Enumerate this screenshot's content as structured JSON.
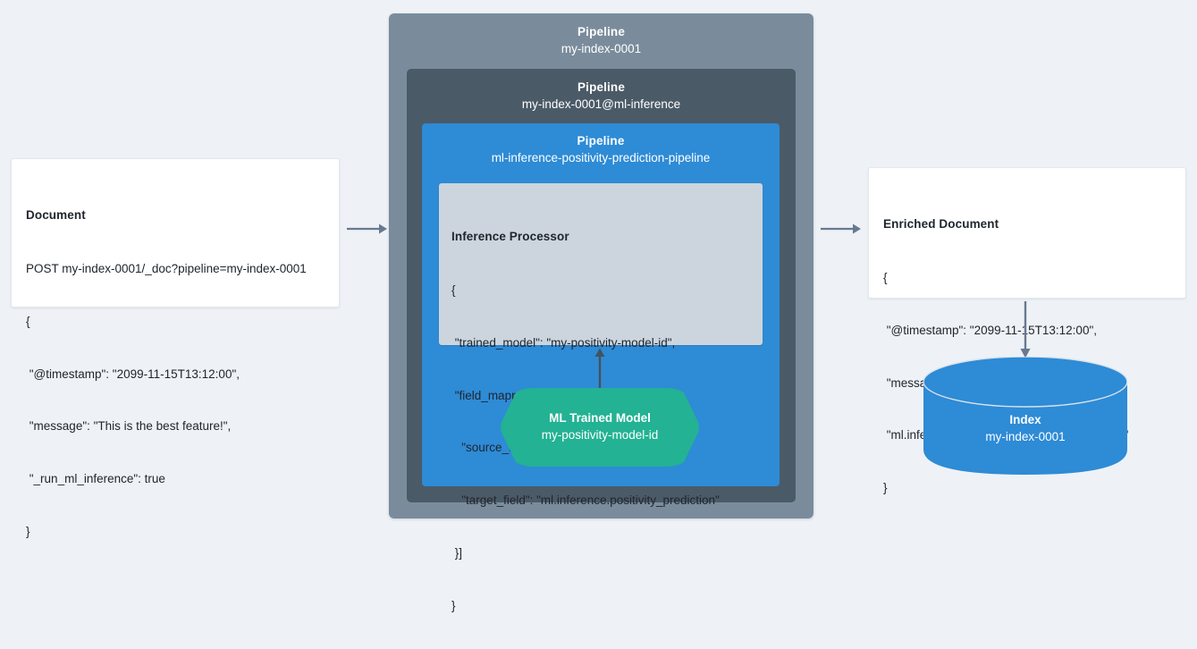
{
  "diagram": {
    "title": "Elasticsearch ML inference ingest pipeline flow",
    "colors": {
      "background": "#eef2f6",
      "outer_pipeline": "#7a8c9c",
      "mid_pipeline": "#4b5a67",
      "inner_pipeline": "#2e8bd6",
      "processor_panel": "#ccd5dd",
      "ml_model": "#23b293",
      "index_cylinder": "#2e8bd6",
      "arrow": "#68798f",
      "arrow_dark": "#45525e",
      "card_background": "#ffffff",
      "text_dark": "#20262e",
      "text_light": "#ffffff"
    }
  },
  "input_document": {
    "title": "Document",
    "lines": [
      "POST my-index-0001/_doc?pipeline=my-index-0001",
      "{",
      " \"@timestamp\": \"2099-11-15T13:12:00\",",
      " \"message\": \"This is the best feature!\",",
      " \"_run_ml_inference\": true",
      "}"
    ]
  },
  "pipeline_outer": {
    "label": "Pipeline",
    "name": "my-index-0001"
  },
  "pipeline_mid": {
    "label": "Pipeline",
    "name": "my-index-0001@ml-inference"
  },
  "pipeline_inner": {
    "label": "Pipeline",
    "name": "ml-inference-positivity-prediction-pipeline"
  },
  "inference_processor": {
    "title": "Inference Processor",
    "lines": [
      "{",
      " \"trained_model\": \"my-positivity-model-id\",",
      " \"field_mappings\": [{",
      "   \"source_field\": \"message\",",
      "   \"target_field\": \"ml.inference.positivity_prediction\"",
      " }]",
      "}"
    ]
  },
  "ml_model": {
    "label": "ML Trained Model",
    "name": "my-positivity-model-id"
  },
  "enriched_document": {
    "title": "Enriched Document",
    "lines": [
      "{",
      " \"@timestamp\": \"2099-11-15T13:12:00\",",
      " \"message\": \"This is the best feature!\",",
      " \"ml.inference.positivity_prediction\": \"0.91644\"",
      "}"
    ]
  },
  "index": {
    "label": "Index",
    "name": "my-index-0001"
  },
  "arrows": [
    {
      "name": "document-to-pipeline",
      "direction": "right"
    },
    {
      "name": "pipeline-to-enriched-document",
      "direction": "right"
    },
    {
      "name": "ml-model-to-inference-processor",
      "direction": "up"
    },
    {
      "name": "enriched-document-to-index",
      "direction": "down"
    }
  ]
}
